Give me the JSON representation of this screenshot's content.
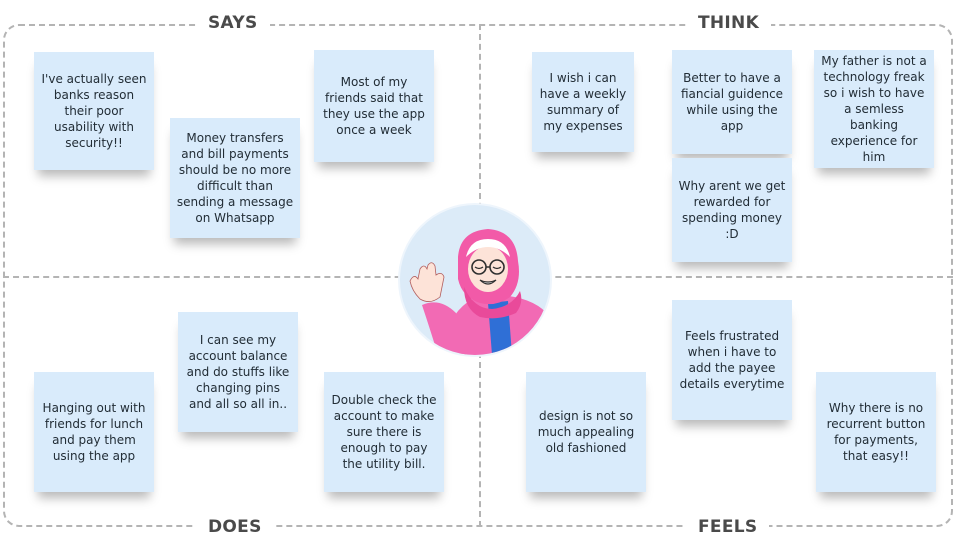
{
  "quadrants": {
    "says": "SAYS",
    "think": "THINK",
    "does": "DOES",
    "feels": "FEELS"
  },
  "notes": {
    "says": [
      "I've actually seen banks reason their poor usability with security!!",
      "Money transfers and bill payments should be no more difficult than sending a message on Whatsapp",
      "Most of my friends said that they use the app once a week"
    ],
    "think": [
      "I wish i can have a weekly summary of my expenses",
      "Better to have a fiancial guidence while using the app",
      "My father is not a technology freak so i wish to have a semless banking experience for him",
      "Why arent we get rewarded for spending money :D"
    ],
    "does": [
      "Hanging out with friends for lunch and pay them using the app",
      "I can see my account balance and do stuffs like changing pins and all so all in..",
      "Double check the account to make sure there is enough to pay the utility bill."
    ],
    "feels": [
      "design is not so much appealing old fashioned",
      "Feels frustrated when i have to add the payee details everytime",
      "Why there is no recurrent button for payments, that easy!!"
    ]
  },
  "colors": {
    "note_bg": "#d9ebfb",
    "divider": "#b4b4b4",
    "hijab": "#f25aa8",
    "jacket": "#f26ab4",
    "shirt": "#2f6fd6"
  },
  "icons": [
    "persona-avatar"
  ]
}
